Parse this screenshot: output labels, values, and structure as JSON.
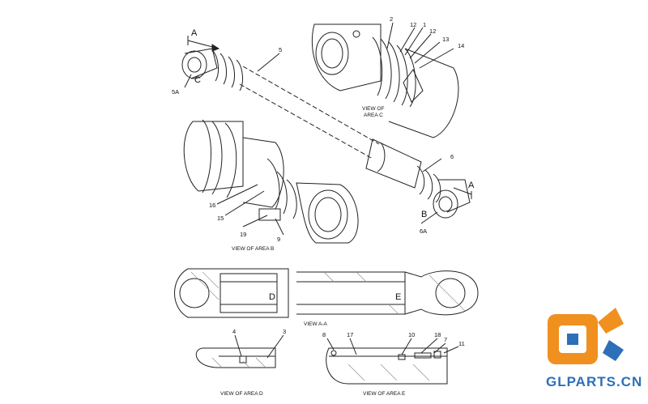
{
  "labels": {
    "A_top": "A",
    "A_right": "A",
    "B": "B",
    "C": "C",
    "D": "D",
    "E": "E",
    "p5A": "5A",
    "p5": "5",
    "p2": "2",
    "p12a": "12",
    "p1": "1",
    "p12b": "12",
    "p13": "13",
    "p14": "14",
    "p6": "6",
    "p6A": "6A",
    "p16": "16",
    "p15": "15",
    "p19": "19",
    "p9": "9",
    "p4": "4",
    "p3": "3",
    "p8": "8",
    "p17": "17",
    "p10": "10",
    "p18": "18",
    "p7": "7",
    "p11": "11"
  },
  "captions": {
    "view_c_1": "VIEW OF",
    "view_c_2": "AREA C",
    "view_b": "VIEW OF AREA B",
    "view_aa": "VIEW A-A",
    "view_d": "VIEW OF AREA D",
    "view_e": "VIEW OF AREA E"
  },
  "watermark": {
    "text": "GLPARTS.CN",
    "color_orange": "#f0901e",
    "color_blue": "#2d6fb8"
  }
}
